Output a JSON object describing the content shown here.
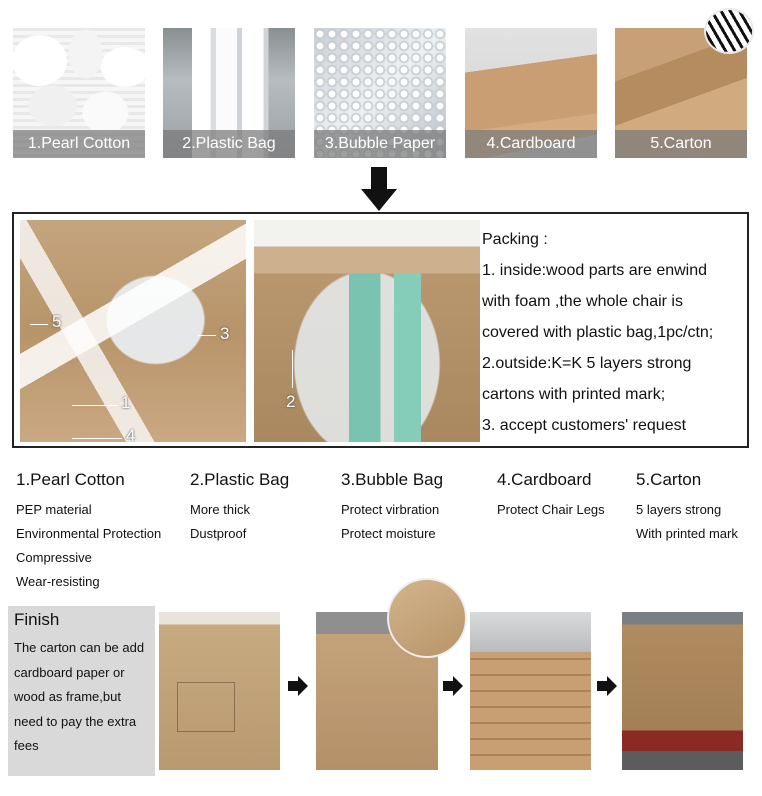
{
  "materials_strip": [
    {
      "label": "1.Pearl Cotton"
    },
    {
      "label": "2.Plastic Bag"
    },
    {
      "label": "3.Bubble Paper"
    },
    {
      "label": "4.Cardboard"
    },
    {
      "label": "5.Carton"
    }
  ],
  "packing": {
    "numbers": [
      "5",
      "3",
      "1",
      "4",
      "2"
    ],
    "lines": [
      "Packing :",
      "1. inside:wood parts are enwind",
      "with foam ,the whole chair is",
      "covered with plastic bag,1pc/ctn;",
      "2.outside:K=K 5 layers strong",
      "cartons with printed mark;",
      "3. accept customers' request"
    ]
  },
  "materials_detail": [
    {
      "title": "1.Pearl Cotton",
      "lines": [
        "PEP material",
        "Environmental Protection",
        "Compressive",
        "Wear-resisting"
      ]
    },
    {
      "title": "2.Plastic Bag",
      "lines": [
        "More thick",
        "Dustproof"
      ]
    },
    {
      "title": "3.Bubble Bag",
      "lines": [
        "Protect virbration",
        "Protect moisture"
      ]
    },
    {
      "title": "4.Cardboard",
      "lines": [
        "Protect Chair Legs"
      ]
    },
    {
      "title": "5.Carton",
      "lines": [
        "5 layers strong",
        "With printed mark"
      ]
    }
  ],
  "finish": {
    "title": "Finish",
    "lines": [
      "The carton can be add",
      "cardboard paper or",
      "wood as frame,but",
      "need to pay the extra",
      "fees"
    ]
  },
  "icons": {
    "down_arrow": "arrow-down-icon",
    "right_arrow": "arrow-right-icon"
  },
  "colors": {
    "caption_bg": "#787878",
    "frame": "#222222",
    "finish_bg": "#d9d9d9"
  }
}
